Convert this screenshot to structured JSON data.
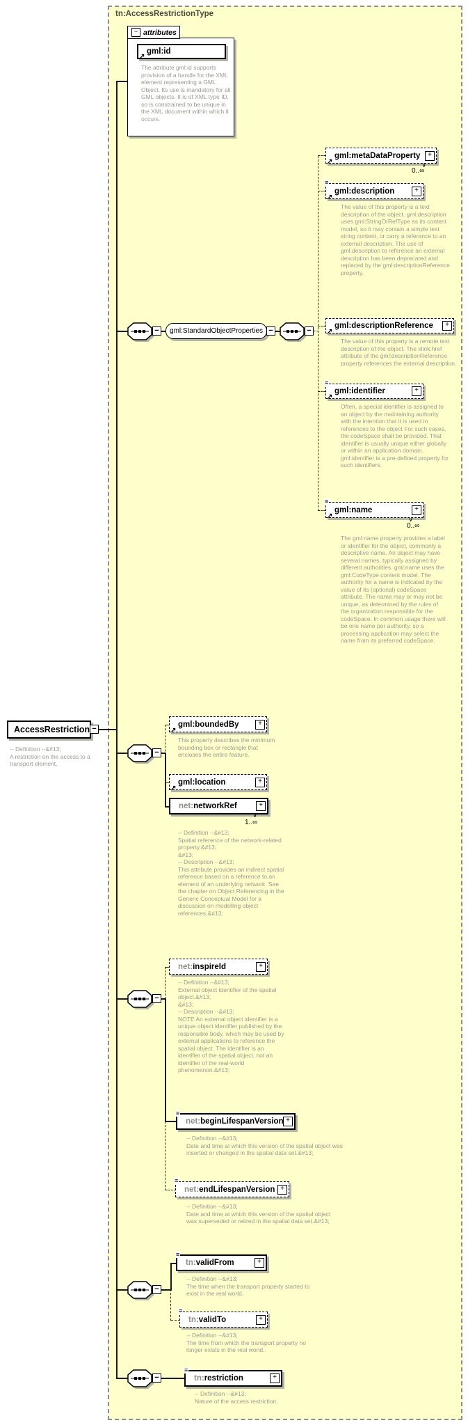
{
  "colors": {
    "container_fill": "#FFFFCC",
    "prefix_gray": "#8f8f85",
    "annotation_gray": "#9a9a90",
    "shadow": "#b5b5a7"
  },
  "icons": {
    "plus": "+",
    "minus": "−",
    "ref_arrow": "↗",
    "annotation_marker": "≡",
    "recurrence_marker": "∨"
  },
  "diagram": {
    "title": "tn:AccessRestrictionType",
    "root": {
      "label": "AccessRestriction",
      "annotation": "-- Definition --&#13;\nA restriction on the access to a transport element."
    },
    "attributes": {
      "header": "attributes",
      "id": {
        "label": "gml:id",
        "annotation": "The attribute gml:id supports provision of a handle for the XML element representing a GML Object. Its use is mandatory for all GML objects. It is of XML type ID, so is constrained to be unique in the XML document within which it occurs."
      }
    },
    "group": {
      "label": "gml:StandardObjectProperties"
    }
  },
  "elements": {
    "metaDataProperty": {
      "prefix": "gml:",
      "name": "metaDataProperty",
      "occurs": "0..∞"
    },
    "description": {
      "prefix": "gml:",
      "name": "description",
      "annotation": "The value of this property is a text description of the object. gml:description uses gml:StringOrRefType as its content model, so it may contain a simple text string content, or carry a reference to an external description. The use of gml:description to reference an external description has been deprecated and replaced by the gml:descriptionReference property."
    },
    "descriptionReference": {
      "prefix": "gml:",
      "name": "descriptionReference",
      "annotation": "The value of this property is a remote text description of the object. The xlink:href attribute of the gml:descriptionReference property references the external description."
    },
    "identifier": {
      "prefix": "gml:",
      "name": "identifier",
      "annotation": "Often, a special identifier is assigned to an object by the maintaining authority with the intention that it is used in references to the object For such cases, the codeSpace shall be provided. That identifier is usually unique either globally or within an application domain. gml:identifier is a pre-defined property for such identifiers."
    },
    "name": {
      "prefix": "gml:",
      "name": "name",
      "occurs": "0..∞",
      "annotation": "The gml:name property provides a label or identifier for the object, commonly a descriptive name. An object may have several names, typically assigned by different authorities. gml:name uses the gml:CodeType content model.  The authority for a name is indicated by the value of its (optional) codeSpace attribute.  The name may or may not be unique, as determined by the rules of the organization responsible for the codeSpace.  In common usage there will be one name per authority, so a processing application may select the name from its preferred codeSpace."
    },
    "boundedBy": {
      "prefix": "gml:",
      "name": "boundedBy",
      "annotation": "This property describes the minimum bounding box or rectangle that encloses the entire feature."
    },
    "location": {
      "prefix": "gml:",
      "name": "location"
    },
    "networkRef": {
      "prefix": "net:",
      "name": "networkRef",
      "occurs": "1..∞",
      "annotation": "-- Definition --&#13;\nSpatial reference of the network-related property.&#13;\n&#13;\n-- Description --&#13;\nThis attribute provides an indirect spatial reference based on a reference to an element of an underlying network. See the chapter on Object Referencing in the Generic Conceptual Model for a discussion on modelling object references.&#13;"
    },
    "inspireId": {
      "prefix": "net:",
      "name": "inspireId",
      "annotation": "-- Definition --&#13;\nExternal object identifier of the spatial object.&#13;\n&#13;\n-- Description --&#13;\nNOTE An external object identifier is a unique object identifier published by the responsible body, which may be used by external applications to reference the spatial object. The identifier is an identifier of the spatial object, not an identifier of the real-world phenomenon.&#13;"
    },
    "beginLifespanVersion": {
      "prefix": "net:",
      "name": "beginLifespanVersion",
      "annotation": "-- Definition --&#13;\nDate and time at which this version of the spatial object was inserted or changed in the spatial data set.&#13;"
    },
    "endLifespanVersion": {
      "prefix": "net:",
      "name": "endLifespanVersion",
      "annotation": "-- Definition --&#13;\nDate and time at which this version of the spatial object was superseded or retired in the spatial data set.&#13;"
    },
    "validFrom": {
      "prefix": "tn:",
      "name": "validFrom",
      "annotation": "-- Definition --&#13;\nThe time when the transport property started to exist in the real world."
    },
    "validTo": {
      "prefix": "tn:",
      "name": "validTo",
      "annotation": "-- Definition --&#13;\nThe time from which the transport property no longer exists in the real world."
    },
    "restriction": {
      "prefix": "tn:",
      "name": "restriction",
      "annotation": "-- Definition --&#13;\nNature of the access restriction."
    }
  }
}
